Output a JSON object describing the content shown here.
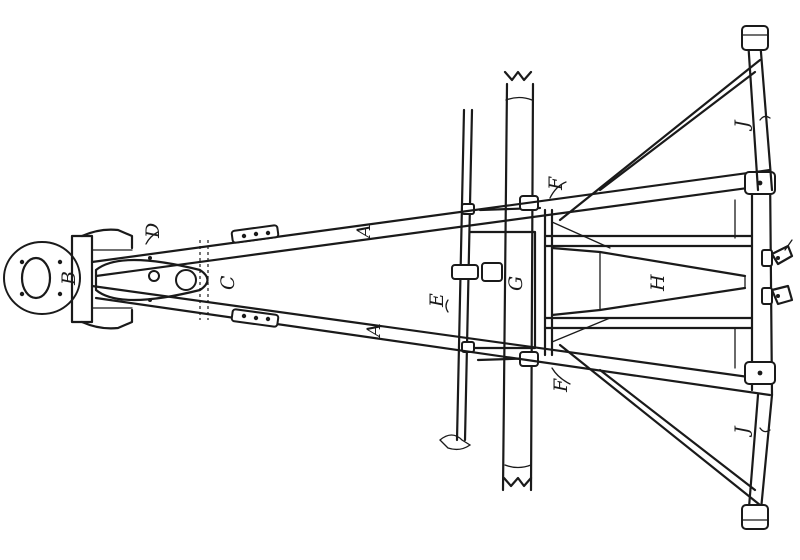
{
  "labels": {
    "A_upper": "A",
    "A_lower": "A",
    "B": "B",
    "C": "C",
    "D": "D",
    "E": "E",
    "F_upper": "F",
    "F_lower": "F",
    "G": "G",
    "H": "H",
    "J_upper": "J",
    "J_lower": "J"
  },
  "colors": {
    "ink": "#1a1a1a",
    "paper": "#ffffff"
  }
}
